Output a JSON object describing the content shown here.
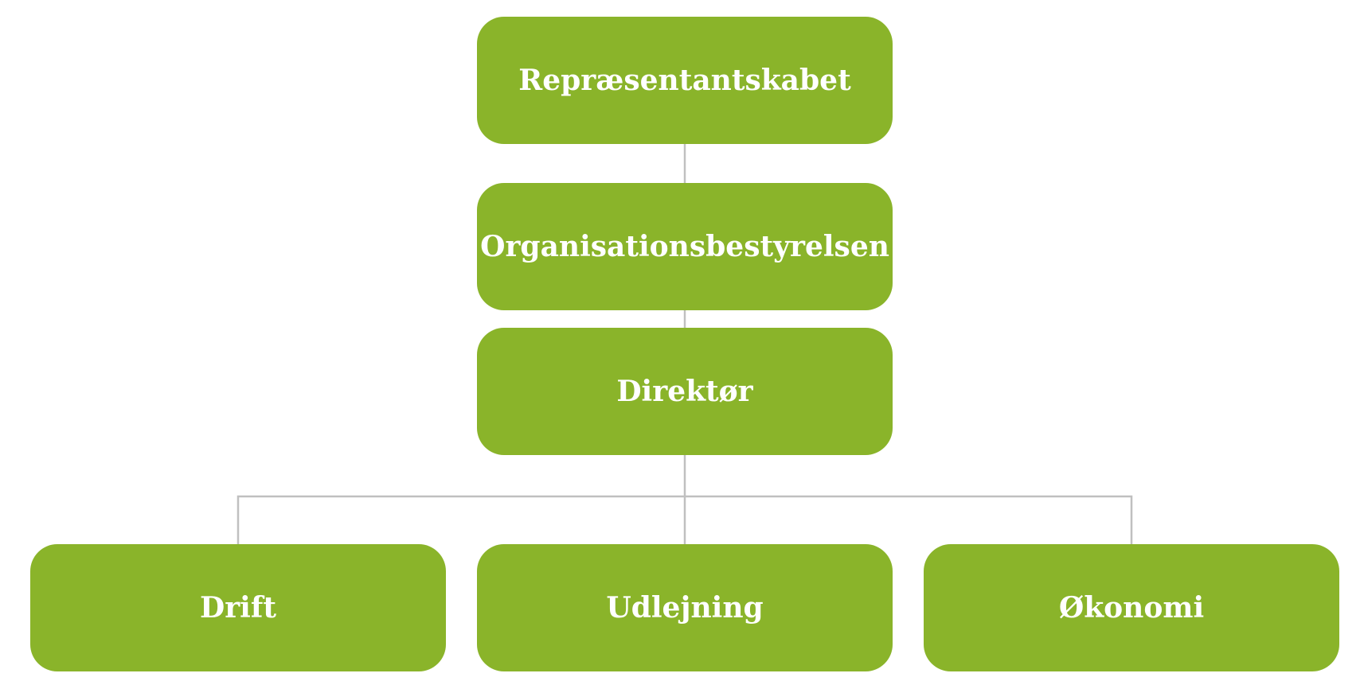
{
  "diagram": {
    "colors": {
      "box_fill": "#8ab42a",
      "box_text": "#ffffff",
      "connector": "#c0c0c0"
    },
    "nodes": {
      "top": {
        "label": "Repræsentantskabet"
      },
      "board": {
        "label": "Organisationsbestyrelsen"
      },
      "director": {
        "label": "Direktør"
      },
      "drift": {
        "label": "Drift"
      },
      "udlejning": {
        "label": "Udlejning"
      },
      "okonomi": {
        "label": "Økonomi"
      }
    },
    "edges": [
      [
        "top",
        "board"
      ],
      [
        "board",
        "director"
      ],
      [
        "director",
        "drift"
      ],
      [
        "director",
        "udlejning"
      ],
      [
        "director",
        "okonomi"
      ]
    ]
  }
}
